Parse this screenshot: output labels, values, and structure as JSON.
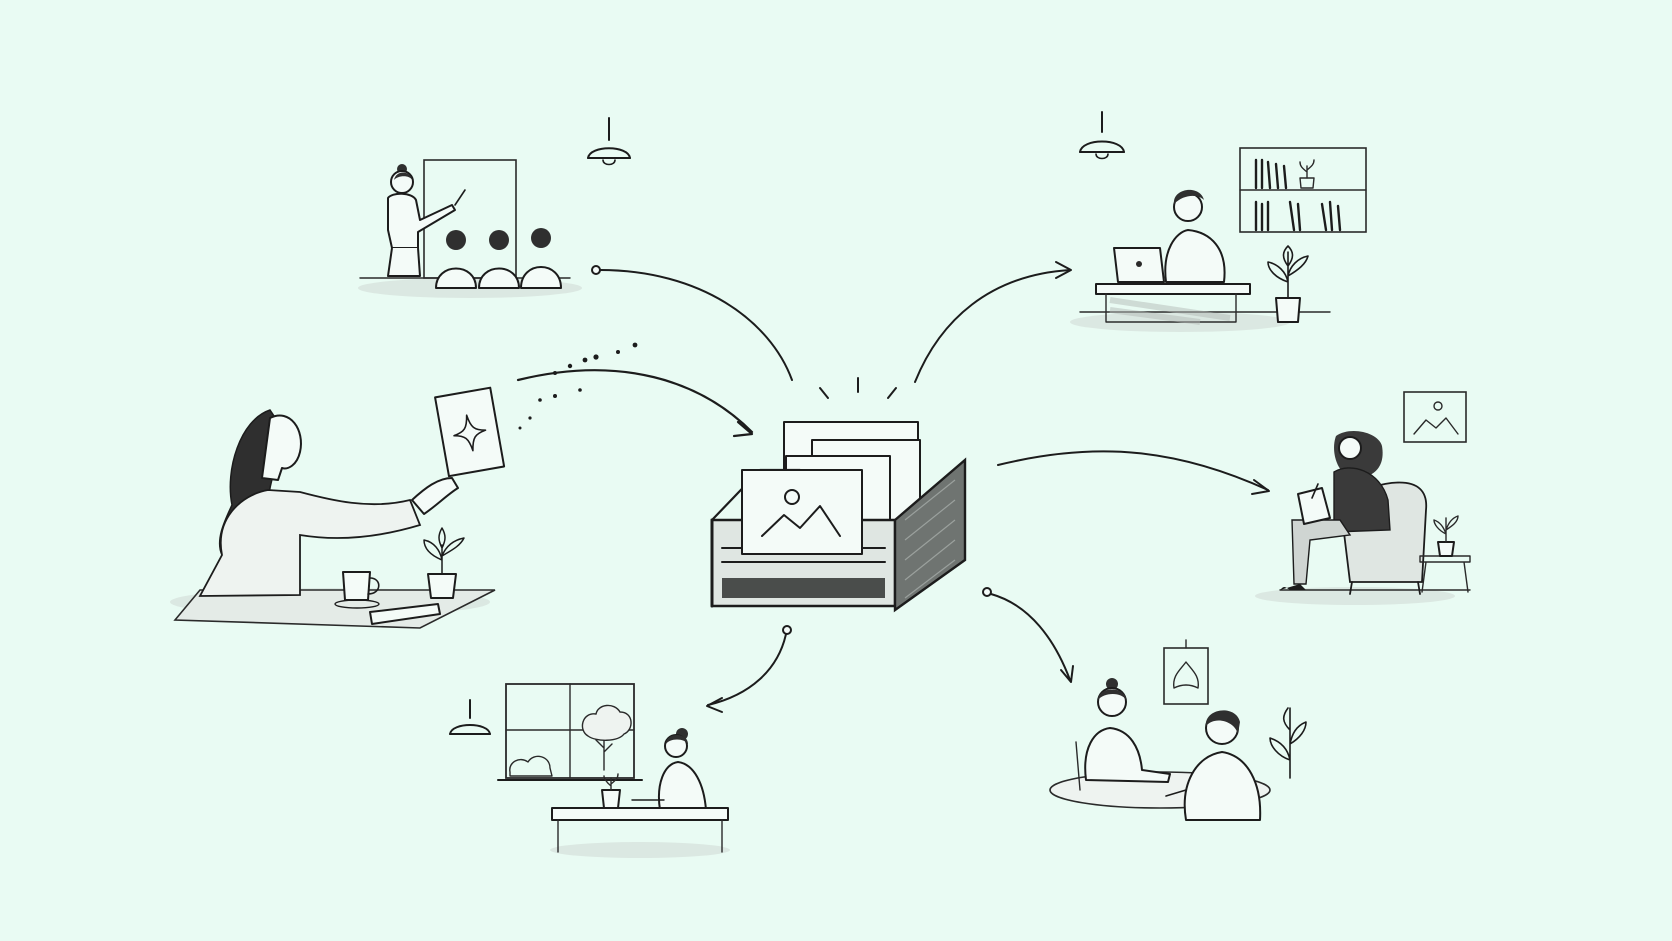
{
  "illustration": {
    "background_color": "#e9fbf3",
    "ink_color": "#1c1c1c",
    "center": {
      "icon": "image-file-organizer-icon"
    },
    "sender": {
      "icon": "person-holding-image-card-icon"
    },
    "scenes": [
      {
        "id": "classroom",
        "icon": "teacher-classroom-icon"
      },
      {
        "id": "laptop-desk",
        "icon": "person-laptop-desk-icon"
      },
      {
        "id": "armchair-reader",
        "icon": "person-armchair-sketching-icon"
      },
      {
        "id": "meeting",
        "icon": "two-people-meeting-icon"
      },
      {
        "id": "window-desk",
        "icon": "person-window-desk-icon"
      }
    ]
  }
}
